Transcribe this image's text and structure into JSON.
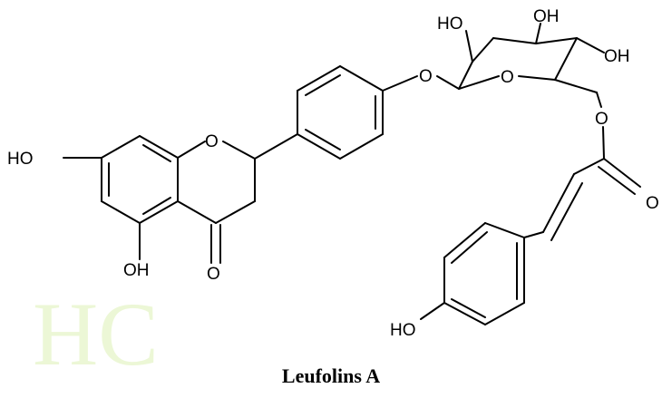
{
  "compound_name": "Leufolins A",
  "watermark_text": "HC",
  "atom_labels": {
    "ho_a_ring": "HO",
    "oh_a_ring": "OH",
    "o_pyran": "O",
    "o_carbonyl": "O",
    "o_glycosidic": "O",
    "o_sugar_ring": "O",
    "ho_sugar_top_left": "HO",
    "oh_sugar_top": "OH",
    "oh_sugar_right": "OH",
    "o_ester": "O",
    "o_ester_carbonyl": "O",
    "ho_coumaroyl": "HO"
  },
  "colors": {
    "ink": "#000000",
    "watermark": "#ecf7d6"
  }
}
